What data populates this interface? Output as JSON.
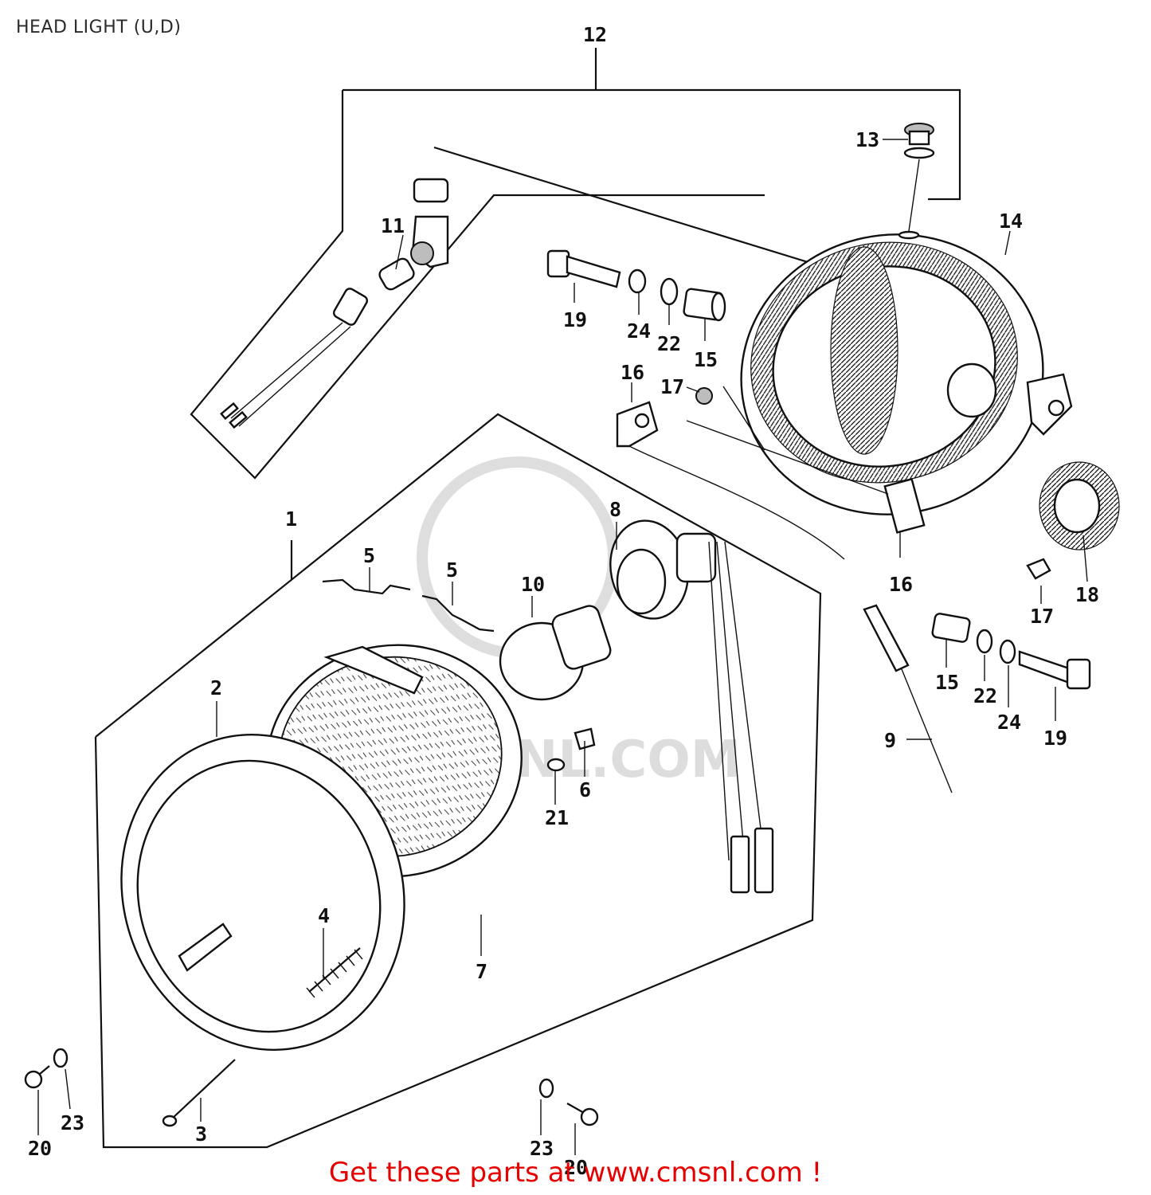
{
  "title": "HEAD LIGHT (U,D)",
  "footer": "Get these parts at www.cmsnl.com !",
  "watermark": "CMSNL.COM",
  "colors": {
    "footer": "#e60000",
    "ink": "#111111"
  },
  "callouts": [
    {
      "id": "c1",
      "label": "1"
    },
    {
      "id": "c2",
      "label": "2"
    },
    {
      "id": "c3",
      "label": "3"
    },
    {
      "id": "c4",
      "label": "4"
    },
    {
      "id": "c5a",
      "label": "5"
    },
    {
      "id": "c5b",
      "label": "5"
    },
    {
      "id": "c6",
      "label": "6"
    },
    {
      "id": "c7",
      "label": "7"
    },
    {
      "id": "c8",
      "label": "8"
    },
    {
      "id": "c9",
      "label": "9"
    },
    {
      "id": "c10",
      "label": "10"
    },
    {
      "id": "c11",
      "label": "11"
    },
    {
      "id": "c12",
      "label": "12"
    },
    {
      "id": "c13",
      "label": "13"
    },
    {
      "id": "c14",
      "label": "14"
    },
    {
      "id": "c15a",
      "label": "15"
    },
    {
      "id": "c15b",
      "label": "15"
    },
    {
      "id": "c16a",
      "label": "16"
    },
    {
      "id": "c16b",
      "label": "16"
    },
    {
      "id": "c17a",
      "label": "17"
    },
    {
      "id": "c17b",
      "label": "17"
    },
    {
      "id": "c18",
      "label": "18"
    },
    {
      "id": "c19a",
      "label": "19"
    },
    {
      "id": "c19b",
      "label": "19"
    },
    {
      "id": "c20a",
      "label": "20"
    },
    {
      "id": "c20b",
      "label": "20"
    },
    {
      "id": "c21",
      "label": "21"
    },
    {
      "id": "c22a",
      "label": "22"
    },
    {
      "id": "c22b",
      "label": "22"
    },
    {
      "id": "c23a",
      "label": "23"
    },
    {
      "id": "c23b",
      "label": "23"
    },
    {
      "id": "c24a",
      "label": "24"
    },
    {
      "id": "c24b",
      "label": "24"
    }
  ]
}
